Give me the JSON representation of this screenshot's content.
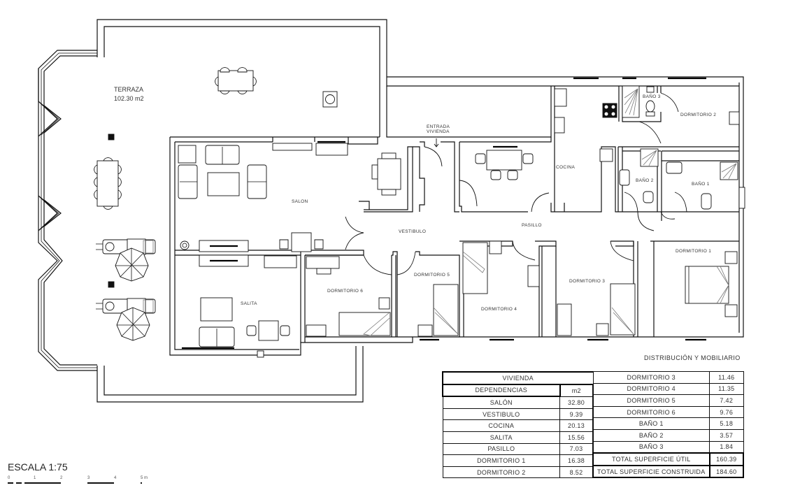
{
  "plan": {
    "title": "DISTRIBUCIÓN Y MOBILIARIO",
    "scale_label": "ESCALA 1:75",
    "scale_ticks": [
      "0",
      "1",
      "2",
      "3",
      "4",
      "5 m"
    ],
    "rooms": {
      "terraza": {
        "name": "TERRAZA",
        "area": "102.30 m2"
      },
      "salon": "SALON",
      "salita": "SALITA",
      "vestibulo": "VESTIBULO",
      "entrada_line1": "ENTRADA",
      "entrada_line2": "VIVIENDA",
      "cocina": "COCINA",
      "pasillo": "PASILLO",
      "dormitorio_1": "DORMITORIO 1",
      "dormitorio_2": "DORMITORIO 2",
      "dormitorio_3": "DORMITORIO 3",
      "dormitorio_4": "DORMITORIO 4",
      "dormitorio_5": "DORMITORIO 5",
      "dormitorio_6": "DORMITORIO 6",
      "bano_1": "BAÑO 1",
      "bano_2": "BAÑO 2",
      "bano_3": "BAÑO 3"
    }
  },
  "area_table": {
    "header_vivienda": "VIVIENDA",
    "header_dependencias": "DEPENDENCIAS",
    "header_unit": "m2",
    "left_rows": [
      {
        "name": "SALÓN",
        "m2": "32.80"
      },
      {
        "name": "VESTIBULO",
        "m2": "9.39"
      },
      {
        "name": "COCINA",
        "m2": "20.13"
      },
      {
        "name": "SALITA",
        "m2": "15.56"
      },
      {
        "name": "PASILLO",
        "m2": "7.03"
      },
      {
        "name": "DORMITORIO 1",
        "m2": "16.38"
      },
      {
        "name": "DORMITORIO 2",
        "m2": "8.52"
      }
    ],
    "right_rows": [
      {
        "name": "DORMITORIO 3",
        "m2": "11.46"
      },
      {
        "name": "DORMITORIO 4",
        "m2": "11.35"
      },
      {
        "name": "DORMITORIO 5",
        "m2": "7.42"
      },
      {
        "name": "DORMITORIO 6",
        "m2": "9.76"
      },
      {
        "name": "BAÑO 1",
        "m2": "5.18"
      },
      {
        "name": "BAÑO 2",
        "m2": "3.57"
      },
      {
        "name": "BAÑO 3",
        "m2": "1.84"
      }
    ],
    "totals": [
      {
        "name": "TOTAL SUPERFICIE ÚTIL",
        "m2": "160.39"
      },
      {
        "name": "TOTAL SUPERFICIE CONSTRUIDA",
        "m2": "184.60"
      }
    ]
  }
}
